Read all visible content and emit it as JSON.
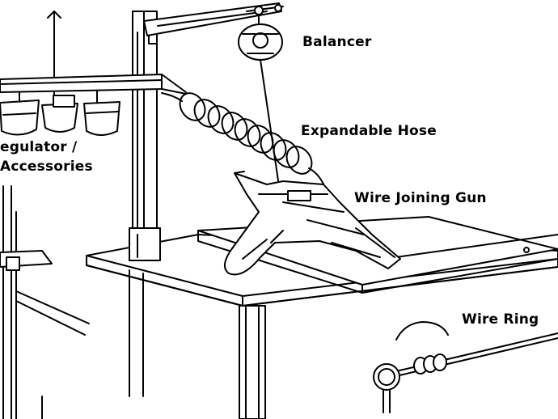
{
  "labels": {
    "balancer": "Balancer",
    "expandable_hose": "Expandable Hose",
    "wire_joining_gun": "Wire Joining Gun",
    "wire_ring": "Wire Ring",
    "regulator_line1": "egulator /",
    "regulator_line2": "Accessories"
  },
  "colors": {
    "ink": "#000000",
    "paper": "#ffffff"
  }
}
